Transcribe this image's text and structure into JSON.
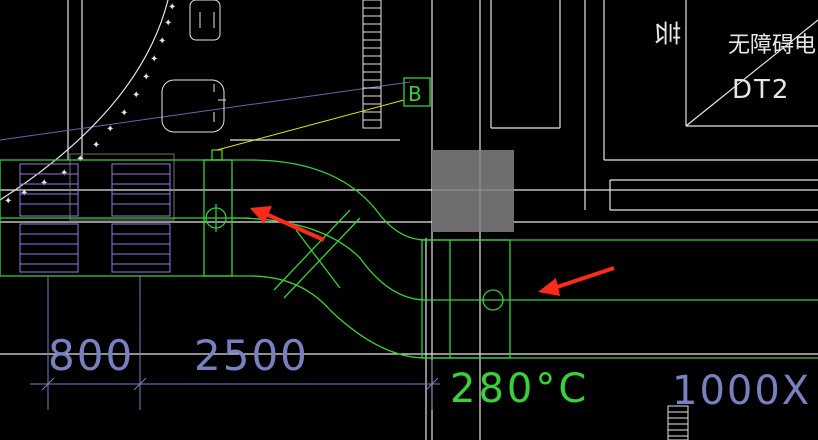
{
  "colors": {
    "background": "#000000",
    "white_lines": "#e6e6e6",
    "green_lines": "#39d039",
    "yellow_leader": "#e6e600",
    "blue_line": "#5a6ab4",
    "dimension": "#7880c0",
    "grey_block": "#6e6e6e",
    "red_arrow": "#ff2a1a",
    "purple_grille": "#8a7fe0"
  },
  "labels": {
    "elevator_text": "无障碍电",
    "elevator_code": "DT2",
    "callout_letter": "B",
    "temperature": "280°C",
    "dim_800": "800",
    "dim_2500": "2500",
    "dim_right": "1000X"
  },
  "icons": {
    "callout": "callout-box",
    "fire_damper": "fire-damper-circle",
    "arrow": "red-arrow"
  }
}
